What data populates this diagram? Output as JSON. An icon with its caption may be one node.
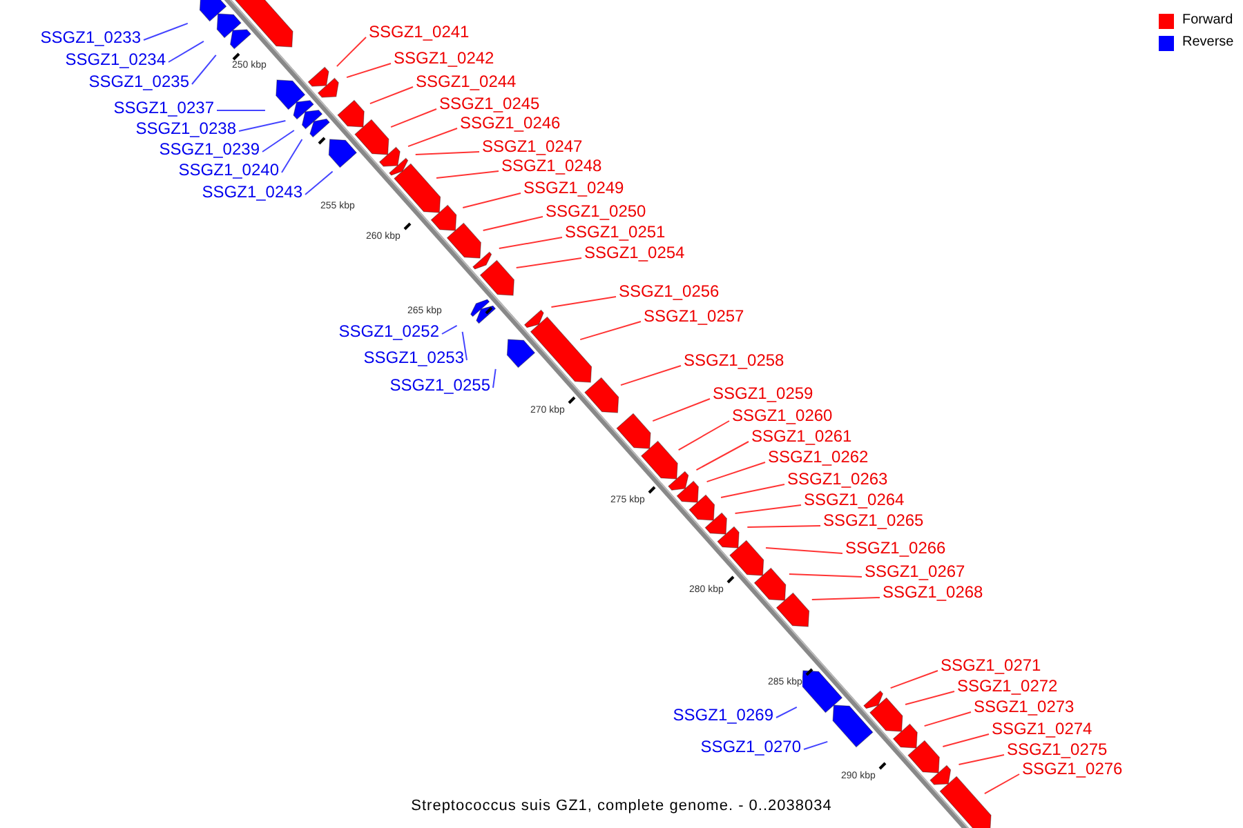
{
  "diagram": {
    "caption": "Streptococcus suis GZ1, complete genome. - 0..2038034",
    "nodes": [
      {
        "text": [
          "SSGZ1_0241"
        ]
      },
      {
        "text": [
          "SSGZ1_0233"
        ]
      },
      {
        "text": [
          "SSGZ1_0242"
        ]
      },
      {
        "text": [
          "SSGZ1_0234"
        ]
      },
      {
        "text": [
          "SSGZ1_0244"
        ]
      },
      {
        "text": [
          "SSGZ1_0235"
        ]
      },
      {
        "text": [
          "SSGZ1_0245"
        ]
      },
      {
        "text": [
          "SSGZ1_0237"
        ]
      },
      {
        "text": [
          "SSGZ1_0246"
        ]
      },
      {
        "text": [
          "SSGZ1_0238"
        ]
      },
      {
        "text": [
          "SSGZ1_0247"
        ]
      },
      {
        "text": [
          "SSGZ1_0239"
        ]
      },
      {
        "text": [
          "SSGZ1_0248"
        ]
      },
      {
        "text": [
          "SSGZ1_0240"
        ]
      },
      {
        "text": [
          "SSGZ1_0249"
        ]
      },
      {
        "text": [
          "SSGZ1_0243"
        ]
      },
      {
        "text": [
          "SSGZ1_0250"
        ]
      },
      {
        "text": [
          "SSGZ1_0251"
        ]
      },
      {
        "text": [
          "SSGZ1_0254"
        ]
      },
      {
        "text": [
          "SSGZ1_0256"
        ]
      },
      {
        "text": [
          "SSGZ1_0257"
        ]
      },
      {
        "text": [
          "SSGZ1_0252"
        ]
      },
      {
        "text": [
          "SSGZ1_0253"
        ]
      },
      {
        "text": [
          "SSGZ1_0258"
        ]
      },
      {
        "text": [
          "SSGZ1_0255"
        ]
      },
      {
        "text": [
          "SSGZ1_0259"
        ]
      },
      {
        "text": [
          "SSGZ1_0260"
        ]
      },
      {
        "text": [
          "SSGZ1_0261"
        ]
      },
      {
        "text": [
          "SSGZ1_0262"
        ]
      },
      {
        "text": [
          "SSGZ1_0263"
        ]
      },
      {
        "text": [
          "SSGZ1_0264"
        ]
      },
      {
        "text": [
          "SSGZ1_0265"
        ]
      },
      {
        "text": [
          "SSGZ1_0266"
        ]
      },
      {
        "text": [
          "SSGZ1_0267"
        ]
      },
      {
        "text": [
          "SSGZ1_0268"
        ]
      },
      {
        "text": [
          "SSGZ1_0271"
        ]
      },
      {
        "text": [
          "SSGZ1_0272"
        ]
      },
      {
        "text": [
          "SSGZ1_0273"
        ]
      },
      {
        "text": [
          "SSGZ1_0269"
        ]
      },
      {
        "text": [
          "SSGZ1_0274"
        ]
      },
      {
        "text": [
          "SSGZ1_0270"
        ]
      },
      {
        "text": [
          "SSGZ1_0275"
        ]
      },
      {
        "text": [
          "SSGZ1_0276"
        ]
      }
    ],
    "edges": [
      {
        "from": 0,
        "to": null,
        "arrow": "none"
      },
      {
        "from": 1,
        "to": null,
        "arrow": "none",
        "color": "#4444ff"
      },
      {
        "from": 2,
        "to": null,
        "arrow": "none"
      },
      {
        "from": 3,
        "to": null,
        "arrow": "none",
        "color": "#4444ff"
      },
      {
        "from": 4,
        "to": null,
        "arrow": "none"
      },
      {
        "from": 5,
        "to": null,
        "arrow": "none",
        "color": "#4444ff"
      },
      {
        "from": 6,
        "to": null,
        "arrow": "none"
      },
      {
        "from": 7,
        "to": null,
        "arrow": "none",
        "color": "#4444ff"
      },
      {
        "from": 8,
        "to": null,
        "arrow": "none"
      },
      {
        "from": 9,
        "to": null,
        "arrow": "none",
        "color": "#4444ff"
      },
      {
        "from": 10,
        "to": null,
        "arrow": "none"
      },
      {
        "from": 11,
        "to": null,
        "arrow": "none",
        "color": "#4444ff"
      },
      {
        "from": 12,
        "to": null,
        "arrow": "none"
      },
      {
        "from": 13,
        "to": null,
        "arrow": "none",
        "color": "#4444ff"
      },
      {
        "from": 14,
        "to": null,
        "arrow": "none"
      },
      {
        "from": 15,
        "to": null,
        "arrow": "none",
        "color": "#4444ff"
      },
      {
        "from": 16,
        "to": null,
        "arrow": "none"
      },
      {
        "from": 17,
        "to": null,
        "arrow": "none"
      },
      {
        "from": 18,
        "to": null,
        "arrow": "none"
      },
      {
        "from": 19,
        "to": null,
        "arrow": "none"
      },
      {
        "from": 20,
        "to": null,
        "arrow": "none"
      },
      {
        "from": 21,
        "to": null,
        "arrow": "none",
        "color": "#4444ff"
      },
      {
        "from": 22,
        "to": null,
        "arrow": "none",
        "color": "#4444ff"
      },
      {
        "from": 23,
        "to": null,
        "arrow": "none"
      },
      {
        "from": 24,
        "to": null,
        "arrow": "none",
        "color": "#4444ff"
      },
      {
        "from": 25,
        "to": null,
        "arrow": "none"
      },
      {
        "from": 26,
        "to": null,
        "arrow": "none"
      },
      {
        "from": 27,
        "to": null,
        "arrow": "none"
      },
      {
        "from": 28,
        "to": null,
        "arrow": "none"
      },
      {
        "from": 29,
        "to": null,
        "arrow": "none"
      },
      {
        "from": 30,
        "to": null,
        "arrow": "none"
      },
      {
        "from": 31,
        "to": null,
        "arrow": "none"
      },
      {
        "from": 32,
        "to": null,
        "arrow": "none"
      },
      {
        "from": 33,
        "to": null,
        "arrow": "none"
      },
      {
        "from": 34,
        "to": null,
        "arrow": "none"
      },
      {
        "from": 35,
        "to": null,
        "arrow": "none"
      },
      {
        "from": 36,
        "to": null,
        "arrow": "none"
      },
      {
        "from": 37,
        "to": null,
        "arrow": "none"
      },
      {
        "from": 38,
        "to": null,
        "arrow": "none",
        "color": "#4444ff"
      },
      {
        "from": 39,
        "to": null,
        "arrow": "none"
      },
      {
        "from": 40,
        "to": null,
        "arrow": "none",
        "color": "#4444ff"
      },
      {
        "from": 41,
        "to": null,
        "arrow": "none"
      },
      {
        "from": 42,
        "to": null,
        "arrow": "none"
      }
    ],
    "labels": [
      "250 kbp",
      "255 kbp",
      "260 kbp",
      "265 kbp",
      "270 kbp",
      "275 kbp",
      "280 kbp",
      "285 kbp",
      "290 kbp"
    ],
    "legend": [
      {
        "text": "Forward",
        "color": "#ff0000"
      },
      {
        "text": "Reverse",
        "color": "#0000ff"
      }
    ]
  }
}
